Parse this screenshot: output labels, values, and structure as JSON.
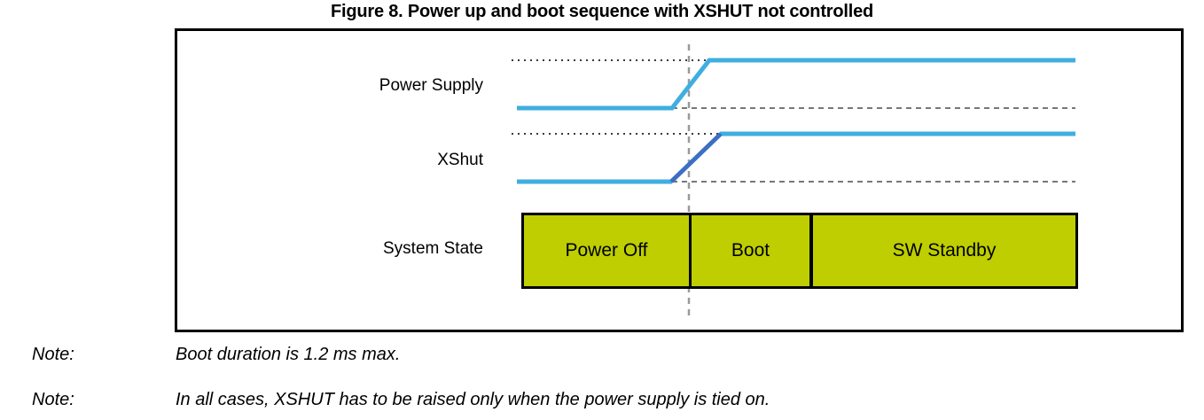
{
  "figure": {
    "title": "Figure 8. Power up and boot sequence with XSHUT not controlled"
  },
  "signals": {
    "power_supply_label": "Power Supply",
    "xshut_label": "XShut",
    "system_state_label": "System State"
  },
  "system_state": {
    "boxes": [
      {
        "label": "Power Off"
      },
      {
        "label": "Boot"
      },
      {
        "label": "SW Standby"
      }
    ]
  },
  "notes": [
    {
      "tag": "Note:",
      "text": "Boot duration is 1.2 ms max."
    },
    {
      "tag": "Note:",
      "text": "In all cases, XSHUT has to be raised only when the power supply is tied on."
    }
  ],
  "colors": {
    "signal_blue": "#3FAEE0",
    "signal_blue_dark": "#3C6FC4",
    "state_green": "#BFCE00",
    "frame_black": "#000000",
    "guide_gray": "#9A9A9A"
  },
  "chart_data": {
    "type": "line",
    "title": "Power up and boot sequence with XSHUT not controlled",
    "xlabel": "",
    "ylabel": "",
    "grid": false,
    "legend": "none",
    "annotations": [
      "Boot duration is 1.2 ms max."
    ],
    "series": [
      {
        "name": "Power Supply",
        "points": [
          {
            "x": 583,
            "y": "low"
          },
          {
            "x": 758,
            "y": "low"
          },
          {
            "x": 800,
            "y": "high"
          },
          {
            "x": 1213,
            "y": "high"
          }
        ],
        "low_level": 122,
        "high_level": 68
      },
      {
        "name": "XShut",
        "points": [
          {
            "x": 583,
            "y": "low"
          },
          {
            "x": 758,
            "y": "low"
          },
          {
            "x": 812,
            "y": "high"
          },
          {
            "x": 1213,
            "y": "high"
          }
        ],
        "low_level": 205,
        "high_level": 151
      }
    ],
    "state_timeline": [
      {
        "state": "Power Off",
        "start": 588,
        "end": 777
      },
      {
        "state": "Boot",
        "start": 777,
        "end": 913
      },
      {
        "state": "SW Standby",
        "start": 913,
        "end": 1213
      }
    ],
    "markers": [
      {
        "name": "boot-start-marker",
        "x": 777,
        "style": "vertical-dashed"
      }
    ]
  }
}
